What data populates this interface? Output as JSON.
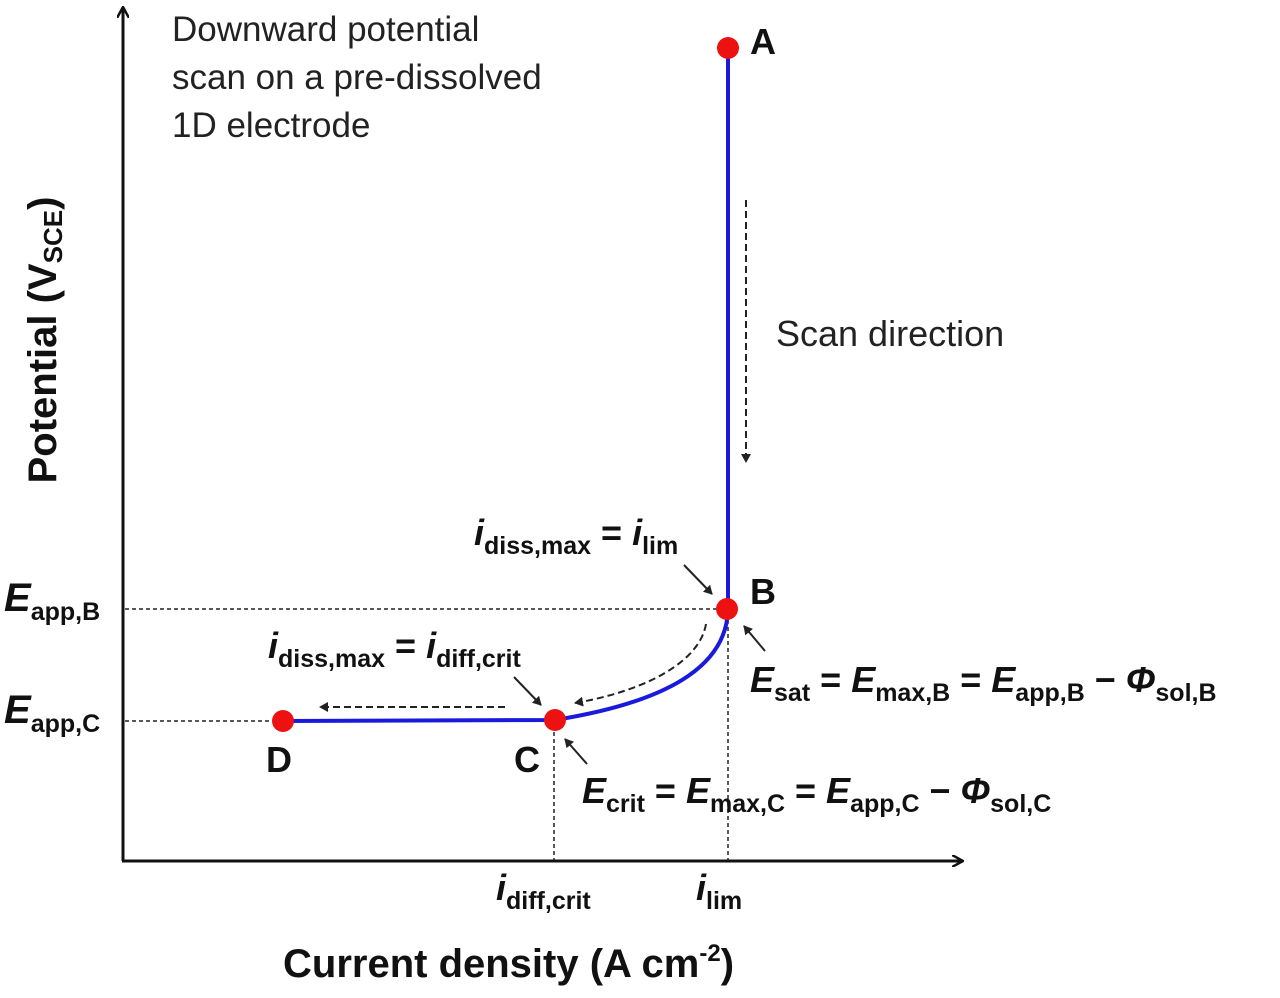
{
  "chart_data": {
    "type": "line",
    "title": "Downward potential scan on a pre-dissolved 1D electrode",
    "xlabel": "Current density (A cm-2)",
    "ylabel": "Potential (VSCE)",
    "grid": false,
    "points": [
      {
        "name": "A",
        "x_label": "i_lim",
        "y_label": "top"
      },
      {
        "name": "B",
        "x_label": "i_lim",
        "y_label": "E_app,B"
      },
      {
        "name": "C",
        "x_label": "i_diff,crit",
        "y_label": "E_app,C"
      },
      {
        "name": "D",
        "x_label": "",
        "y_label": "E_app,C"
      }
    ],
    "segments": [
      {
        "from": "A",
        "to": "B",
        "shape": "vertical"
      },
      {
        "from": "B",
        "to": "C",
        "shape": "curve"
      },
      {
        "from": "C",
        "to": "D",
        "shape": "horizontal"
      }
    ],
    "x_ticks": [
      "i_diff,crit",
      "i_lim"
    ],
    "y_ticks": [
      "E_app,B",
      "E_app,C"
    ],
    "annotations": [
      "Scan direction",
      "i_diss,max = i_lim",
      "i_diss,max = i_diff,crit",
      "E_sat = E_max,B = E_app,B − Φ_sol,B",
      "E_crit = E_max,C = E_app,C − Φ_sol,C"
    ]
  },
  "note": {
    "line1": "Downward potential",
    "line2": "scan on a pre-dissolved",
    "line3": "1D electrode"
  },
  "points": {
    "A": "A",
    "B": "B",
    "C": "C",
    "D": "D"
  },
  "scan_direction": "Scan direction",
  "eq_b_top": {
    "i1": "i",
    "s1": "diss,max",
    "op": " = ",
    "i2": "i",
    "s2": "lim"
  },
  "eq_c_top": {
    "i1": "i",
    "s1": "diss,max",
    "op": " = ",
    "i2": "i",
    "s2": "diff,crit"
  },
  "eq_b": {
    "e1": "E",
    "s1": "sat",
    "op1": " = ",
    "e2": "E",
    "s2": "max,B",
    "op2": " = ",
    "e3": "E",
    "s3": "app,B",
    "op3": " − ",
    "phi": "Φ",
    "s4": "sol,B"
  },
  "eq_c": {
    "e1": "E",
    "s1": "crit",
    "op1": " = ",
    "e2": "E",
    "s2": "max,C",
    "op2": " = ",
    "e3": "E",
    "s3": "app,C",
    "op3": " − ",
    "phi": "Φ",
    "s4": "sol,C"
  },
  "y_ticks": {
    "b": {
      "e": "E",
      "sub": "app,B"
    },
    "c": {
      "e": "E",
      "sub": "app,C"
    }
  },
  "x_ticks": {
    "crit": {
      "i": "i",
      "sub": "diff,crit"
    },
    "lim": {
      "i": "i",
      "sub": "lim"
    }
  },
  "x_axis": {
    "title": "Current density (A cm",
    "sup": "-2",
    "close": ")"
  },
  "y_axis": {
    "title": "Potential (V",
    "sub": "SCE",
    "close": ")"
  },
  "colors": {
    "curve": "#1a1adc",
    "point": "#ee1111",
    "axis": "#111111"
  }
}
